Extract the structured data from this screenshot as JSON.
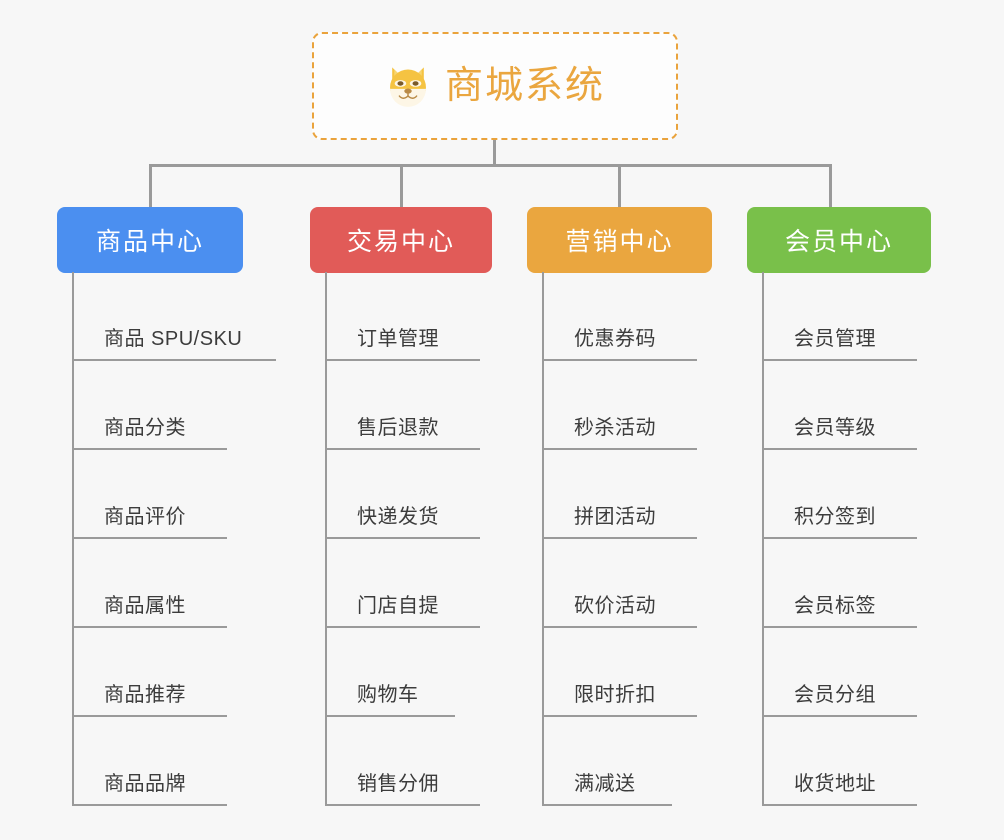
{
  "diagram": {
    "title": "商城系统",
    "root_icon": "dog-face-icon",
    "background_color": "#f7f7f7",
    "connector_color": "#9a9a9a",
    "root": {
      "label": "商城系统",
      "text_color": "#eaa63f",
      "border_color": "#eaa33c",
      "background_color": "#fdfdfd"
    },
    "columns": [
      {
        "header": "商品中心",
        "color": "#4b8ff0",
        "items": [
          "商品 SPU/SKU",
          "商品分类",
          "商品评价",
          "商品属性",
          "商品推荐",
          "商品品牌"
        ]
      },
      {
        "header": "交易中心",
        "color": "#e15b58",
        "items": [
          "订单管理",
          "售后退款",
          "快递发货",
          "门店自提",
          "购物车",
          "销售分佣"
        ]
      },
      {
        "header": "营销中心",
        "color": "#eaa63f",
        "items": [
          "优惠券码",
          "秒杀活动",
          "拼团活动",
          "砍价活动",
          "限时折扣",
          "满减送"
        ]
      },
      {
        "header": "会员中心",
        "color": "#79c04a",
        "items": [
          "会员管理",
          "会员等级",
          "积分签到",
          "会员标签",
          "会员分组",
          "收货地址"
        ]
      }
    ]
  }
}
